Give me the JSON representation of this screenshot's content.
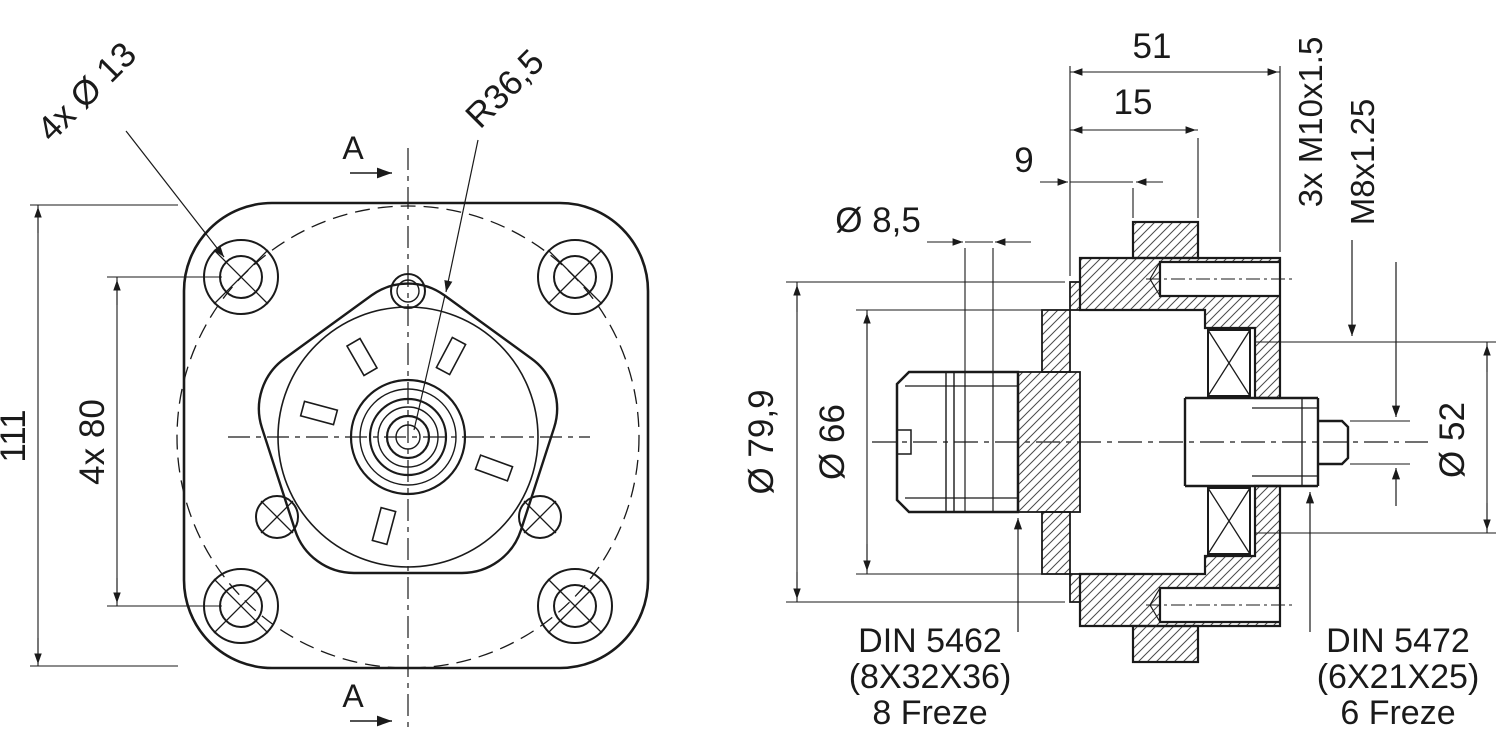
{
  "colors": {
    "ink": "#1a1a1a",
    "background": "#ffffff"
  },
  "front_view": {
    "callout_holes": "4x Ø 13",
    "callout_radius": "R36,5",
    "section_mark_top": "A",
    "section_mark_bottom": "A",
    "dim_overall": "111",
    "dim_hole_pitch": "4x 80"
  },
  "section_view": {
    "dim_total_width": "51",
    "dim_hub_depth": "15",
    "dim_pilot_depth": "9",
    "dim_cross_hole": "Ø 8,5",
    "callout_flange_thread": "3x M10x1.5",
    "callout_shaft_thread": "M8x1.25",
    "dim_pilot_dia": "Ø 79,9",
    "dim_bore_dia": "Ø 66",
    "dim_bearing_dia": "Ø 52",
    "spline_left": {
      "standard": "DIN 5462",
      "size": "(8X32X36)",
      "note": "8 Freze"
    },
    "spline_right": {
      "standard": "DIN 5472",
      "size": "(6X21X25)",
      "note": "6 Freze"
    }
  }
}
